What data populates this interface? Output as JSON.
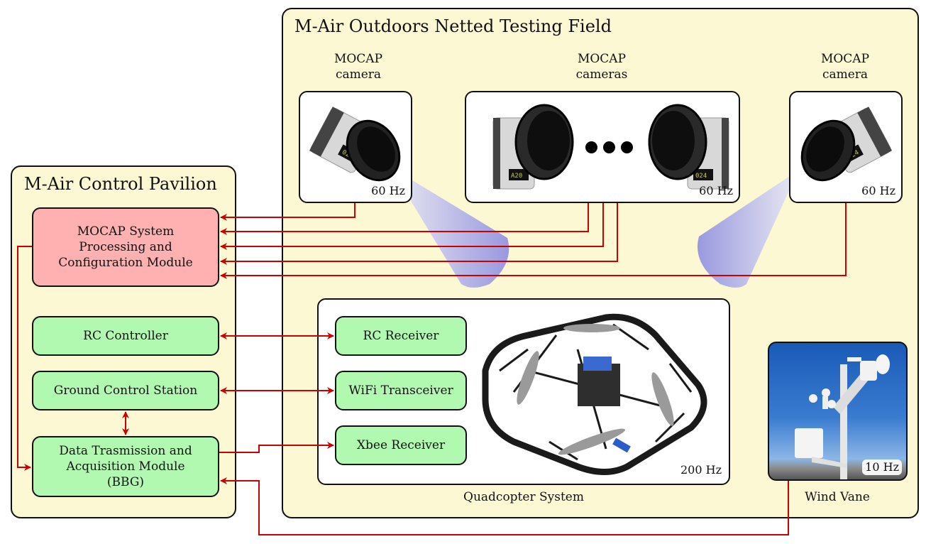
{
  "colors": {
    "panel_bg": "#fdf8d4",
    "module_green": "#b1f9b1",
    "module_red": "#ffb0b0",
    "arrow": "#cc0000",
    "beam": "#8888dd"
  },
  "control_pavilion": {
    "title": "M-Air Control Pavilion",
    "modules": {
      "mocap": {
        "line1": "MOCAP System",
        "line2": "Processing and",
        "line3": "Configuration Module"
      },
      "rc_controller": "RC Controller",
      "ground_station": "Ground Control Station",
      "data_module": {
        "line1": "Data Trasmission and",
        "line2": "Acquisition Module",
        "line3": "(BBG)"
      }
    }
  },
  "testing_field": {
    "title": "M-Air Outdoors Netted Testing Field",
    "cameras": [
      {
        "label_line1": "MOCAP",
        "label_line2": "camera",
        "rate": "60 Hz"
      },
      {
        "label_line1": "MOCAP",
        "label_line2": "cameras",
        "rate": "60 Hz"
      },
      {
        "label_line1": "MOCAP",
        "label_line2": "camera",
        "rate": "60 Hz"
      }
    ],
    "quadcopter": {
      "caption": "Quadcopter System",
      "rate": "200 Hz",
      "receivers": [
        "RC Receiver",
        "WiFi Transceiver",
        "Xbee Receiver"
      ]
    },
    "wind_vane": {
      "caption": "Wind Vane",
      "rate": "10 Hz"
    }
  }
}
